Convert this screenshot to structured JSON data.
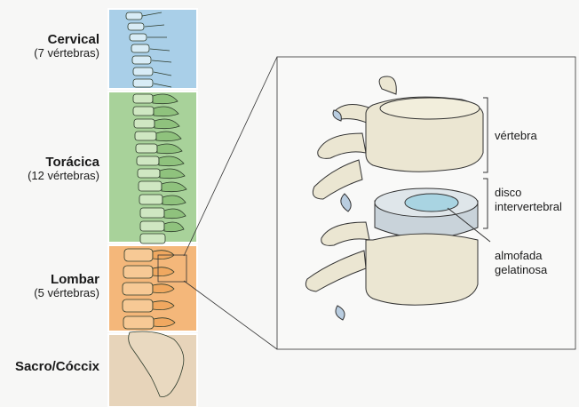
{
  "regions": [
    {
      "id": "cervical",
      "title": "Cervical",
      "subtitle": "(7 vértebras)",
      "color": "#a9cfe8"
    },
    {
      "id": "thoracic",
      "title": "Torácica",
      "subtitle": "(12 vértebras)",
      "color": "#a8d29a"
    },
    {
      "id": "lumbar",
      "title": "Lombar",
      "subtitle": "(5 vértebras)",
      "color": "#f4b77a"
    },
    {
      "id": "sacral",
      "title": "Sacro/Cóccix",
      "subtitle": "",
      "color": "#e7d4ba"
    }
  ],
  "detail": {
    "vertebra_label": "vértebra",
    "disc_label_line1": "disco",
    "disc_label_line2": "intervertebral",
    "nucleus_label_line1": "almofada",
    "nucleus_label_line2": "gelatinosa"
  },
  "colors": {
    "bone": "#ebe6d2",
    "bone_shade": "#cfc6a6",
    "disc": "#c9d3da",
    "nucleus": "#a9d4e2",
    "outline": "#333333"
  }
}
